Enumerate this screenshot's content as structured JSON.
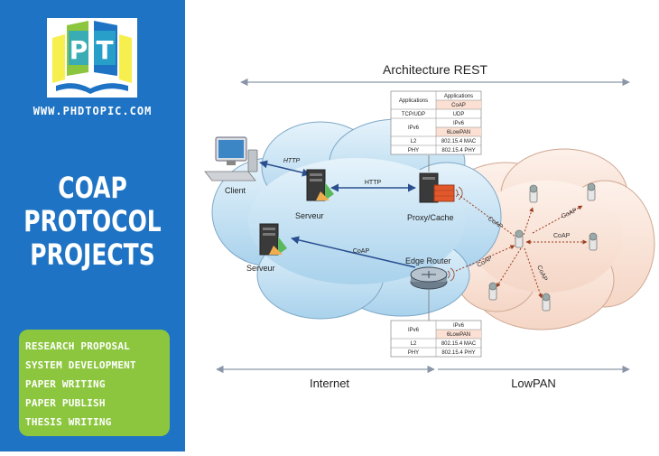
{
  "sidebar": {
    "logo_letters": [
      "P",
      "T"
    ],
    "website": "WWW.PHDTOPIC.COM",
    "headline_lines": [
      "COAP",
      "PROTOCOL",
      "PROJECTS"
    ],
    "services": [
      "RESEARCH PROPOSAL",
      "SYSTEM DEVELOPMENT",
      "PAPER WRITING",
      "PAPER PUBLISH",
      "THESIS WRITING"
    ],
    "colors": {
      "sidebar": "#1f73c4",
      "services_box": "#8cc63f"
    }
  },
  "diagram": {
    "title": "Architecture REST",
    "nodes": {
      "client": "Client",
      "server_top": "Serveur",
      "server_bottom": "Serveur",
      "proxy": "Proxy/Cache",
      "edge_router": "Edge Router"
    },
    "links": {
      "client_server": "HTTP",
      "server_proxy": "HTTP",
      "router_server": "CoAP",
      "coap": "CoAP"
    },
    "proxy_stack": {
      "rows": [
        [
          "Applications",
          "Applications"
        ],
        [
          "",
          "CoAP"
        ],
        [
          "TCP/UDP",
          "UDP"
        ],
        [
          "IPv6",
          "IPv6"
        ],
        [
          "",
          "6LowPAN"
        ],
        [
          "L2",
          "802.15.4 MAC"
        ],
        [
          "PHY",
          "802.15.4 PHY"
        ]
      ]
    },
    "router_stack": {
      "rows": [
        [
          "IPv6",
          "IPv6"
        ],
        [
          "",
          "6LowPAN"
        ],
        [
          "L2",
          "802.15.4 MAC"
        ],
        [
          "PHY",
          "802.15.4 PHY"
        ]
      ]
    },
    "regions": {
      "internet": "Internet",
      "lowpan": "LowPAN"
    },
    "colors": {
      "internet_cloud": "#c3e0f2",
      "lowpan_cloud": "#f9e3d6",
      "stack_highlight": "#fbe0d3"
    }
  }
}
